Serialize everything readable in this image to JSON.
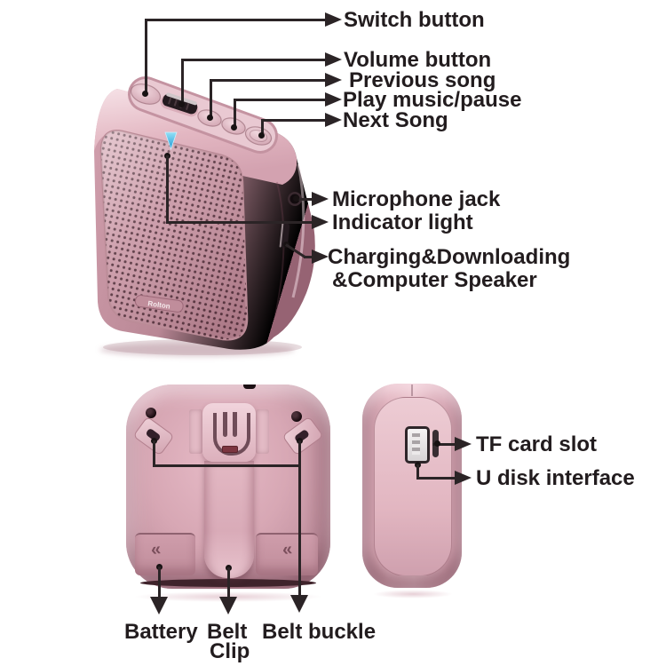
{
  "figure": {
    "kind": "product annotation diagram",
    "product": "portable voice amplifier / speaker",
    "views": [
      "top-front perspective",
      "back view",
      "right side view"
    ]
  },
  "colors": {
    "device_pink": "#d8a9b6",
    "device_pink_light": "#eccbd3",
    "device_pink_dark": "#a97a88",
    "grille_dot": "#57343f",
    "indicator_blue": "#45b6e8",
    "callout_line": "#2b2426",
    "label_text": "#221c1e",
    "background": "#ffffff"
  },
  "logo": {
    "text": "Rolton"
  },
  "labels": {
    "switch": "Switch button",
    "volume": "Volume button",
    "previous": "Previous song",
    "play": "Play music/pause",
    "next": "Next Song",
    "mic": "Microphone jack",
    "indicator": "Indicator light",
    "charging_line1": "Charging&Downloading",
    "charging_line2": "&Computer Speaker",
    "tf": "TF card slot",
    "udisk": "U disk interface",
    "battery": "Battery",
    "belt_clip_line1": "Belt",
    "belt_clip_line2": "Clip",
    "belt_buckle": "Belt buckle"
  }
}
